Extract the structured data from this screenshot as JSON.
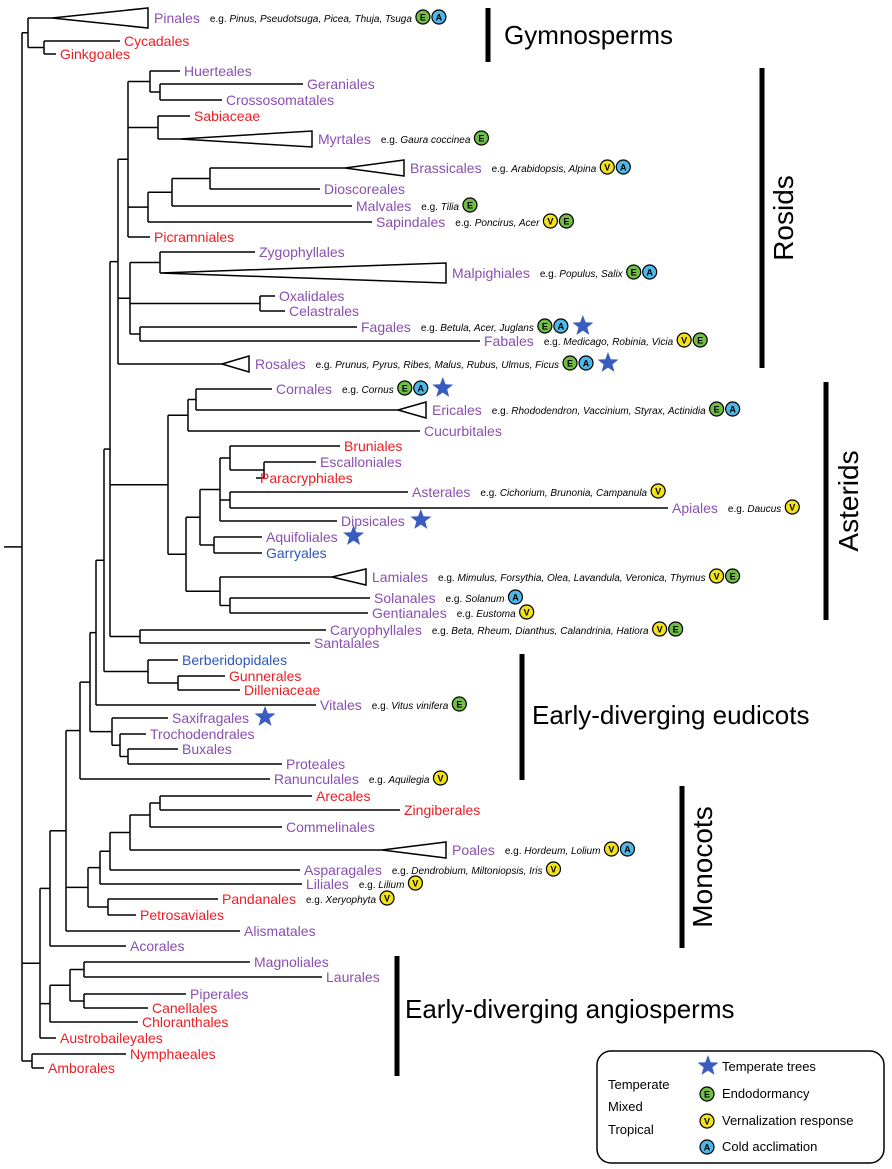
{
  "colors": {
    "temperate": "#2f58b5",
    "mixed": "#8a4fb0",
    "tropical": "#ec1c24",
    "star": "#3a5cbf",
    "endodormancy": "#6fbf44",
    "vernalization": "#f2e21c",
    "cold_acclimation": "#4db8e8"
  },
  "groups": {
    "gymnosperms": "Gymnosperms",
    "rosids": "Rosids",
    "asterids": "Asterids",
    "early_eudicots": "Early-diverging eudicots",
    "monocots": "Monocots",
    "early_angiosperms": "Early-diverging angiosperms"
  },
  "taxa": {
    "pinales": {
      "label": "Pinales",
      "class": "mixed",
      "example": "e.g. Pinus, Pseudotsuga, Picea, Thuja, Tsuga",
      "badges": [
        "E",
        "A"
      ]
    },
    "cycadales": {
      "label": "Cycadales",
      "class": "tropical"
    },
    "ginkgoales": {
      "label": "Ginkgoales",
      "class": "tropical"
    },
    "huerteales": {
      "label": "Huerteales",
      "class": "mixed"
    },
    "geraniales": {
      "label": "Geraniales",
      "class": "mixed"
    },
    "crossosomatales": {
      "label": "Crossosomatales",
      "class": "mixed"
    },
    "sabiaceae": {
      "label": "Sabiaceae",
      "class": "tropical"
    },
    "myrtales": {
      "label": "Myrtales",
      "class": "mixed",
      "example": "e.g. Gaura coccinea",
      "badges": [
        "E"
      ]
    },
    "brassicales": {
      "label": "Brassicales",
      "class": "mixed",
      "example": "e.g. Arabidopsis, Alpina",
      "badges": [
        "V",
        "A"
      ]
    },
    "dioscoreales": {
      "label": "Dioscoreales",
      "class": "mixed"
    },
    "malvales": {
      "label": "Malvales",
      "class": "mixed",
      "example": "e.g. Tilia",
      "badges": [
        "E"
      ]
    },
    "sapindales": {
      "label": "Sapindales",
      "class": "mixed",
      "example": "e.g. Poncirus, Acer",
      "badges": [
        "V",
        "E"
      ]
    },
    "picramniales": {
      "label": "Picramniales",
      "class": "tropical"
    },
    "zygophyllales": {
      "label": "Zygophyllales",
      "class": "mixed"
    },
    "malpighiales": {
      "label": "Malpighiales",
      "class": "mixed",
      "example": "e.g. Populus, Salix",
      "badges": [
        "E",
        "A"
      ]
    },
    "oxalidales": {
      "label": "Oxalidales",
      "class": "mixed"
    },
    "celastrales": {
      "label": "Celastrales",
      "class": "mixed"
    },
    "fagales": {
      "label": "Fagales",
      "class": "mixed",
      "example": "e.g. Betula, Acer, Juglans",
      "badges": [
        "E",
        "A"
      ],
      "star": true
    },
    "fabales": {
      "label": "Fabales",
      "class": "mixed",
      "example": "e.g. Medicago, Robinia, Vicia",
      "badges": [
        "V",
        "E"
      ]
    },
    "rosales": {
      "label": "Rosales",
      "class": "mixed",
      "example": "e.g. Prunus, Pyrus, Ribes, Malus, Rubus, Ulmus, Ficus",
      "badges": [
        "E",
        "A"
      ],
      "star": true
    },
    "cornales": {
      "label": "Cornales",
      "class": "mixed",
      "example": "e.g. Cornus",
      "badges": [
        "E",
        "A"
      ],
      "star": true
    },
    "ericales": {
      "label": "Ericales",
      "class": "mixed",
      "example": "e.g. Rhododendron, Vaccinium, Styrax, Actinidia",
      "badges": [
        "E",
        "A"
      ]
    },
    "cucurbitales": {
      "label": "Cucurbitales",
      "class": "mixed"
    },
    "bruniales": {
      "label": "Bruniales",
      "class": "tropical"
    },
    "escalloniales": {
      "label": "Escalloniales",
      "class": "mixed"
    },
    "paracryphiales": {
      "label": "Paracryphiales",
      "class": "tropical"
    },
    "asterales": {
      "label": "Asterales",
      "class": "mixed",
      "example": "e.g. Cichorium, Brunonia, Campanula",
      "badges": [
        "V"
      ]
    },
    "apiales": {
      "label": "Apiales",
      "class": "mixed",
      "example": "e.g. Daucus",
      "badges": [
        "V"
      ]
    },
    "dipsicales": {
      "label": "Dipsicales",
      "class": "mixed",
      "star": true
    },
    "aquifoliales": {
      "label": "Aquifoliales",
      "class": "mixed",
      "star": true
    },
    "garryales": {
      "label": "Garryales",
      "class": "temperate"
    },
    "lamiales": {
      "label": "Lamiales",
      "class": "mixed",
      "example": "e.g. Mimulus, Forsythia, Olea, Lavandula, Veronica, Thymus",
      "badges": [
        "V",
        "E"
      ]
    },
    "solanales": {
      "label": "Solanales",
      "class": "mixed",
      "example": "e.g. Solanum",
      "badges": [
        "A"
      ]
    },
    "gentianales": {
      "label": "Gentianales",
      "class": "mixed",
      "example": "e.g. Eustoma",
      "badges": [
        "V"
      ]
    },
    "caryophyllales": {
      "label": "Caryophyllales",
      "class": "mixed",
      "example": "e.g. Beta, Rheum, Dianthus, Calandrinia, Hatiora",
      "badges": [
        "V",
        "E"
      ]
    },
    "santalales": {
      "label": "Santalales",
      "class": "mixed"
    },
    "berberidopsidales": {
      "label": "Berberidopidales",
      "class": "temperate"
    },
    "gunnerales": {
      "label": "Gunnerales",
      "class": "tropical"
    },
    "dilleniaceae": {
      "label": "Dilleniaceae",
      "class": "tropical"
    },
    "vitales": {
      "label": "Vitales",
      "class": "mixed",
      "example": "e.g. Vitus vinifera",
      "badges": [
        "E"
      ]
    },
    "saxifragales": {
      "label": "Saxifragales",
      "class": "mixed",
      "star": true
    },
    "trochodendrales": {
      "label": "Trochodendrales",
      "class": "mixed"
    },
    "buxales": {
      "label": "Buxales",
      "class": "mixed"
    },
    "proteales": {
      "label": "Proteales",
      "class": "mixed"
    },
    "ranunculales": {
      "label": "Ranunculales",
      "class": "mixed",
      "example": "e.g. Aquilegia",
      "badges": [
        "V"
      ]
    },
    "arecales": {
      "label": "Arecales",
      "class": "tropical"
    },
    "zingiberales": {
      "label": "Zingiberales",
      "class": "tropical"
    },
    "commelinales": {
      "label": "Commelinales",
      "class": "mixed"
    },
    "poales": {
      "label": "Poales",
      "class": "mixed",
      "example": "e.g. Hordeum, Lolium",
      "badges": [
        "V",
        "A"
      ]
    },
    "asparagales": {
      "label": "Asparagales",
      "class": "mixed",
      "example": "e.g. Dendrobium, Miltoniopsis, Iris",
      "badges": [
        "V"
      ]
    },
    "liliales": {
      "label": "Liliales",
      "class": "mixed",
      "example": "e.g. Lilium",
      "badges": [
        "V"
      ]
    },
    "pandanales": {
      "label": "Pandanales",
      "class": "tropical",
      "example": "e.g. Xeryophyta",
      "badges": [
        "V"
      ]
    },
    "petrosaviales": {
      "label": "Petrosaviales",
      "class": "tropical"
    },
    "alismatales": {
      "label": "Alismatales",
      "class": "mixed"
    },
    "acorales": {
      "label": "Acorales",
      "class": "mixed"
    },
    "magnoliales": {
      "label": "Magnoliales",
      "class": "mixed"
    },
    "laurales": {
      "label": "Laurales",
      "class": "mixed"
    },
    "piperales": {
      "label": "Piperales",
      "class": "mixed"
    },
    "canellales": {
      "label": "Canellales",
      "class": "tropical"
    },
    "chloranthales": {
      "label": "Chloranthales",
      "class": "tropical"
    },
    "austrobaileyales": {
      "label": "Austrobaileyales",
      "class": "tropical"
    },
    "nymphaeales": {
      "label": "Nymphaeales",
      "class": "tropical"
    },
    "amborales": {
      "label": "Amborales",
      "class": "tropical"
    }
  },
  "legend": {
    "temperate": "Temperate",
    "mixed": "Mixed",
    "tropical": "Tropical",
    "temperate_trees": "Temperate trees",
    "endodormancy": "Endodormancy",
    "vernalization": "Vernalization response",
    "cold_acclimation": "Cold acclimation"
  }
}
